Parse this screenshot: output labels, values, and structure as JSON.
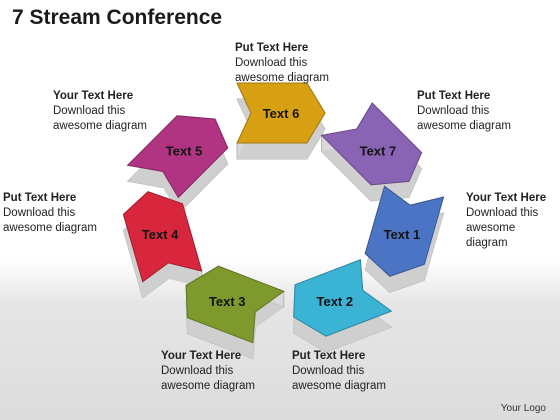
{
  "title": "7 Stream Conference",
  "streams": [
    {
      "label": "Text 1",
      "color": "#4b74c4"
    },
    {
      "label": "Text 2",
      "color": "#3ab3d4"
    },
    {
      "label": "Text 3",
      "color": "#7f9a2c"
    },
    {
      "label": "Text 4",
      "color": "#d8263d"
    },
    {
      "label": "Text 5",
      "color": "#b03482"
    },
    {
      "label": "Text 6",
      "color": "#d6a012"
    },
    {
      "label": "Text 7",
      "color": "#8a64b4"
    }
  ],
  "captions": [
    {
      "heading": "Put Text Here",
      "line1": "Download this",
      "line2": "awesome diagram"
    },
    {
      "heading": "Put Text Here",
      "line1": "Download this",
      "line2": "awesome diagram"
    },
    {
      "heading": "Your Text Here",
      "line1": "Download this",
      "line2": "awesome diagram"
    },
    {
      "heading": "Put Text Here",
      "line1": "Download this",
      "line2": "awesome diagram"
    },
    {
      "heading": "Your Text Here",
      "line1": "Download this",
      "line2": "awesome diagram"
    },
    {
      "heading": "Put Text Here",
      "line1": "Download this",
      "line2": "awesome diagram"
    },
    {
      "heading": "Your Text Here",
      "line1": "Download this",
      "line2": "awesome diagram"
    }
  ],
  "logo": "Your Logo"
}
